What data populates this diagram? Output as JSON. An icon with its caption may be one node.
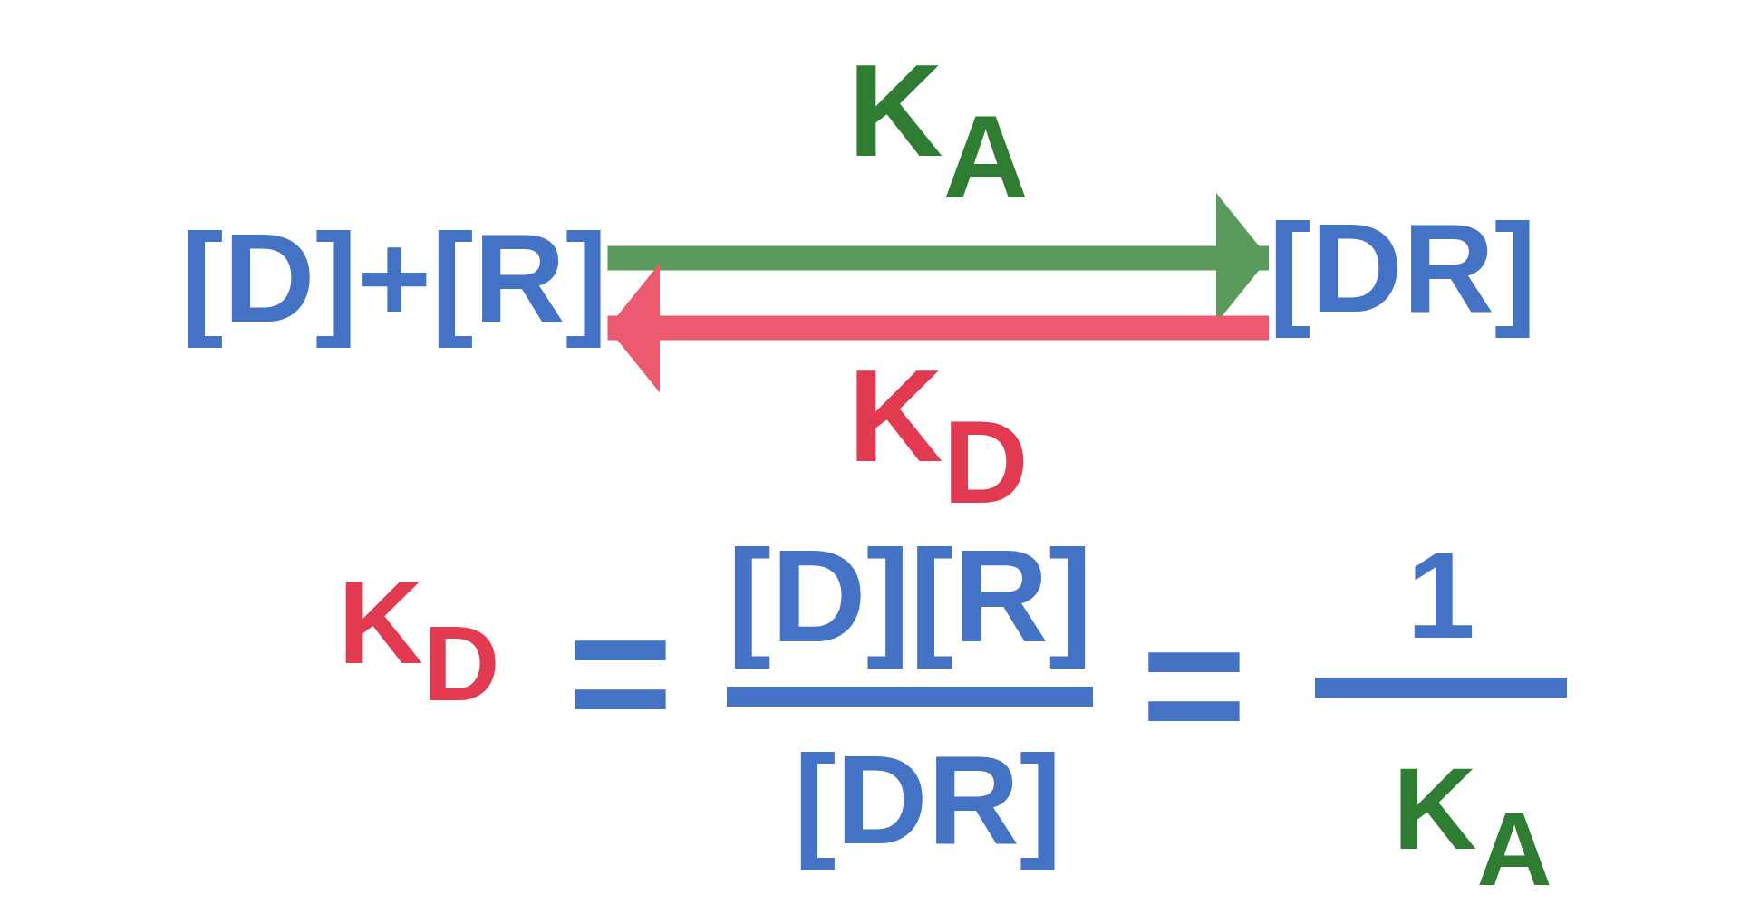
{
  "diagram": {
    "nodes": [
      {
        "text": [
          "[D]+[R]"
        ]
      },
      {
        "text": [
          "[DR]"
        ]
      }
    ],
    "edges": [
      {
        "from": 0,
        "to": 1,
        "arrow": "to",
        "label": "K$_{A}$",
        "color": "#5a9a5a"
      },
      {
        "from": 1,
        "to": 0,
        "arrow": "to",
        "label": "K$_{D}$",
        "color": "#ec5a70"
      }
    ],
    "labels": [
      "K$_{D}$",
      "=",
      "[D][R]",
      "[DR]",
      "=",
      "1",
      "K$_{A}$"
    ]
  }
}
